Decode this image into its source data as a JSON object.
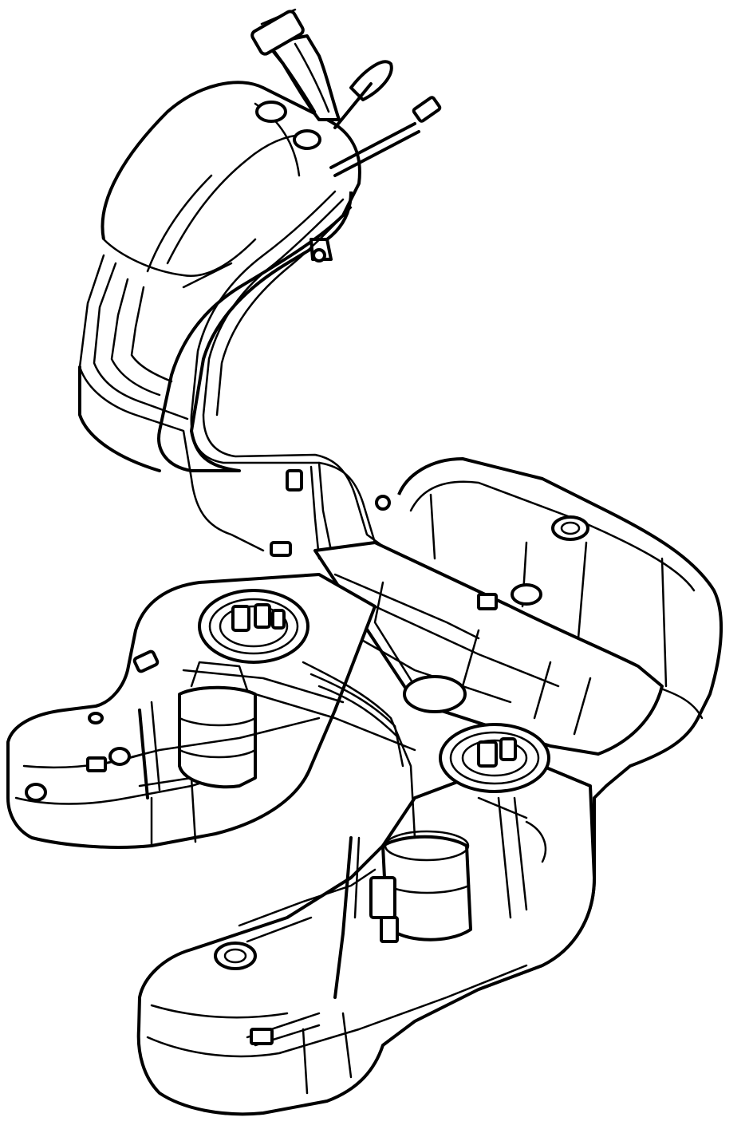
{
  "figure": {
    "subject": "fuel-tank-assembly",
    "style": "black line art on white",
    "colors": {
      "stroke": "#000000",
      "background": "#ffffff"
    },
    "components": [
      "filler-neck",
      "filler-cap",
      "filler-tube-housing",
      "vent-line",
      "fuel-tank-body",
      "left-saddle-section",
      "right-saddle-section",
      "rear-tank-section",
      "primary-fuel-pump-module",
      "secondary-fuel-sender-module",
      "fuel-pump-lock-ring-left",
      "fuel-pump-lock-ring-right",
      "fuel-feed-lines",
      "tank-strap-left",
      "tank-strap-right"
    ]
  }
}
